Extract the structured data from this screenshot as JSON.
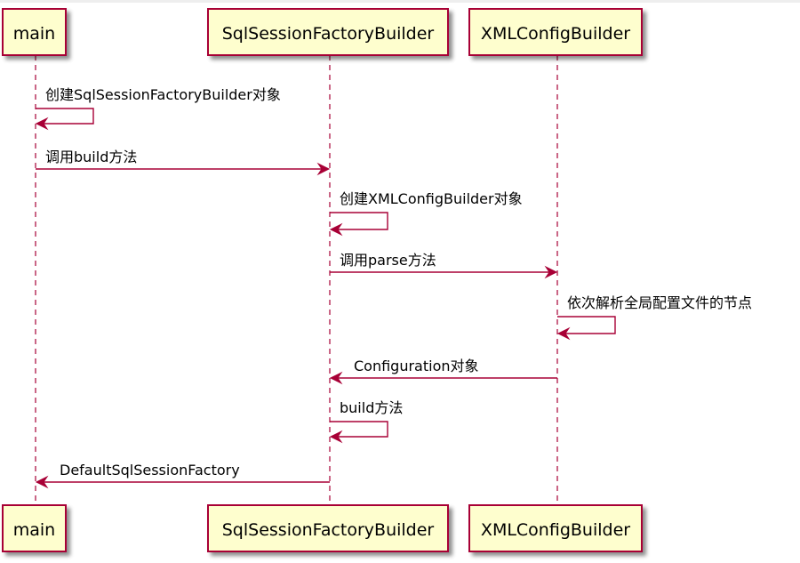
{
  "diagram": {
    "type": "sequence",
    "colors": {
      "participant_fill": "#FEFECE",
      "participant_border": "#A80036",
      "lifeline": "#A80036",
      "arrow": "#A80036",
      "text": "#000000"
    },
    "participants": [
      {
        "id": "main",
        "label": "main"
      },
      {
        "id": "ssfb",
        "label": "SqlSessionFactoryBuilder"
      },
      {
        "id": "xcb",
        "label": "XMLConfigBuilder"
      }
    ],
    "messages": [
      {
        "from": "main",
        "to": "main",
        "label": "创建SqlSessionFactoryBuilder对象"
      },
      {
        "from": "main",
        "to": "ssfb",
        "label": "调用build方法"
      },
      {
        "from": "ssfb",
        "to": "ssfb",
        "label": "创建XMLConfigBuilder对象"
      },
      {
        "from": "ssfb",
        "to": "xcb",
        "label": "调用parse方法"
      },
      {
        "from": "xcb",
        "to": "xcb",
        "label": "依次解析全局配置文件的节点"
      },
      {
        "from": "xcb",
        "to": "ssfb",
        "label": "Configuration对象"
      },
      {
        "from": "ssfb",
        "to": "ssfb",
        "label": "build方法"
      },
      {
        "from": "ssfb",
        "to": "main",
        "label": "DefaultSqlSessionFactory"
      }
    ]
  }
}
